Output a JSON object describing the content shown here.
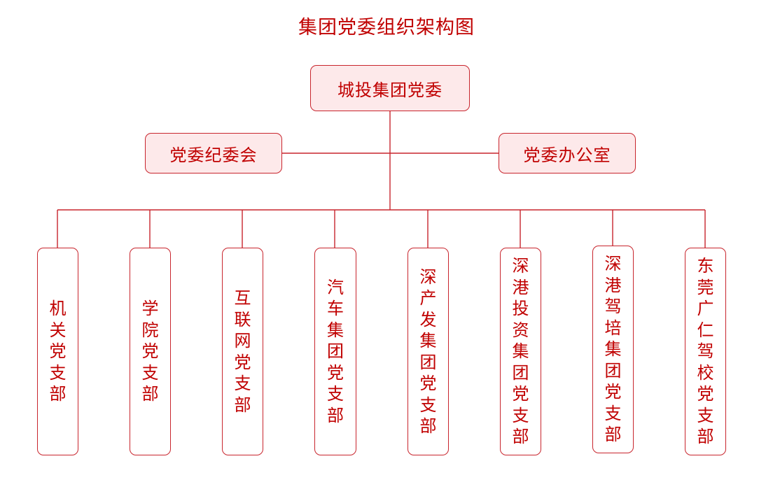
{
  "title": "集团党委组织架构图",
  "root": {
    "label": "城投集团党委"
  },
  "side": {
    "left": {
      "label": "党委纪委会"
    },
    "right": {
      "label": "党委办公室"
    }
  },
  "branches": [
    {
      "label": "机关党支部"
    },
    {
      "label": "学院党支部"
    },
    {
      "label": "互联网党支部"
    },
    {
      "label": "汽车集团党支部"
    },
    {
      "label": "深产发集团党支部"
    },
    {
      "label": "深港投资集团党支部"
    },
    {
      "label": "深港驾培集团党支部"
    },
    {
      "label": "东莞广仁驾校党支部"
    }
  ],
  "colors": {
    "line": "#c8252d",
    "text": "#c00000",
    "fill": "#fde9ea"
  }
}
